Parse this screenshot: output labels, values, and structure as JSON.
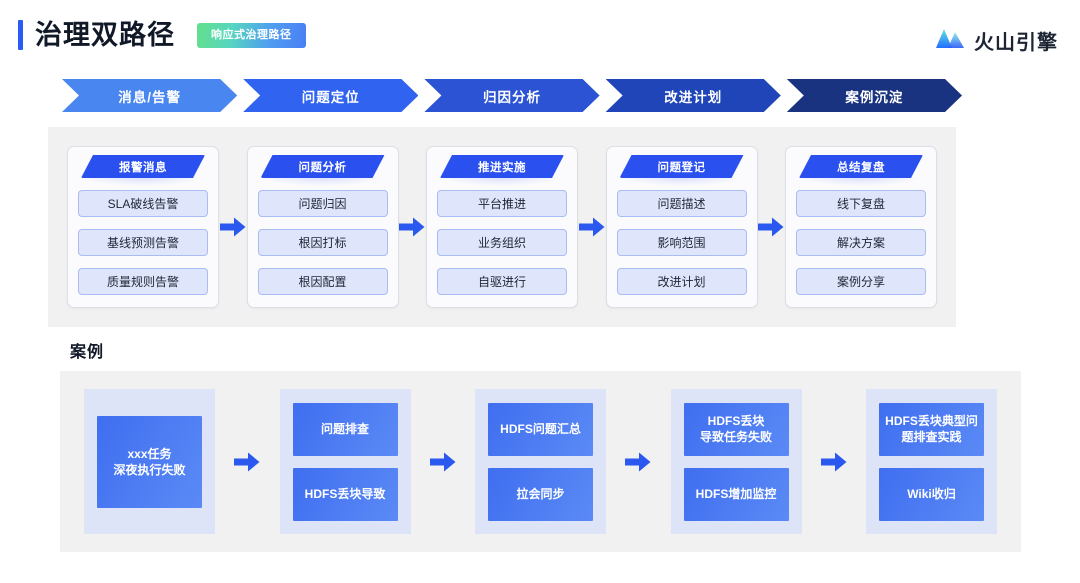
{
  "header": {
    "title": "治理双路径",
    "badge": "响应式治理路径",
    "brand": "火山引擎",
    "brand_icon": "volcano-mountain-icon",
    "accent_color": "#2b5bf5"
  },
  "steps": [
    {
      "label": "消息/告警",
      "color": "#4a86ef"
    },
    {
      "label": "问题定位",
      "color": "#2f63f0"
    },
    {
      "label": "归因分析",
      "color": "#2b53d4"
    },
    {
      "label": "改进计划",
      "color": "#1f45b8"
    },
    {
      "label": "案例沉淀",
      "color": "#1a3380"
    }
  ],
  "flow": {
    "arrow_icon": "right-arrow-icon",
    "arrow_color": "#2b59ef",
    "cards": [
      {
        "head": "报警消息",
        "items": [
          "SLA破线告警",
          "基线预测告警",
          "质量规则告警"
        ]
      },
      {
        "head": "问题分析",
        "items": [
          "问题归因",
          "根因打标",
          "根因配置"
        ]
      },
      {
        "head": "推进实施",
        "items": [
          "平台推进",
          "业务组织",
          "自驱进行"
        ]
      },
      {
        "head": "问题登记",
        "items": [
          "问题描述",
          "影响范围",
          "改进计划"
        ]
      },
      {
        "head": "总结复盘",
        "items": [
          "线下复盘",
          "解决方案",
          "案例分享"
        ]
      }
    ]
  },
  "case": {
    "section_title": "案例",
    "arrow_icon": "right-arrow-icon",
    "arrow_color": "#2b59ef",
    "columns": [
      {
        "boxes": [
          {
            "text": "xxx任务\n深夜执行失败",
            "size": "tall"
          }
        ]
      },
      {
        "boxes": [
          {
            "text": "问题排查",
            "size": "half"
          },
          {
            "text": "HDFS丢块导致",
            "size": "half"
          }
        ]
      },
      {
        "boxes": [
          {
            "text": "HDFS问题汇总",
            "size": "half"
          },
          {
            "text": "拉会同步",
            "size": "half"
          }
        ]
      },
      {
        "boxes": [
          {
            "text": "HDFS丢块\n导致任务失败",
            "size": "half"
          },
          {
            "text": "HDFS增加监控",
            "size": "half"
          }
        ]
      },
      {
        "boxes": [
          {
            "text": "HDFS丢块典型问\n题排查实践",
            "size": "half"
          },
          {
            "text": "Wiki收归",
            "size": "half"
          }
        ]
      }
    ]
  }
}
